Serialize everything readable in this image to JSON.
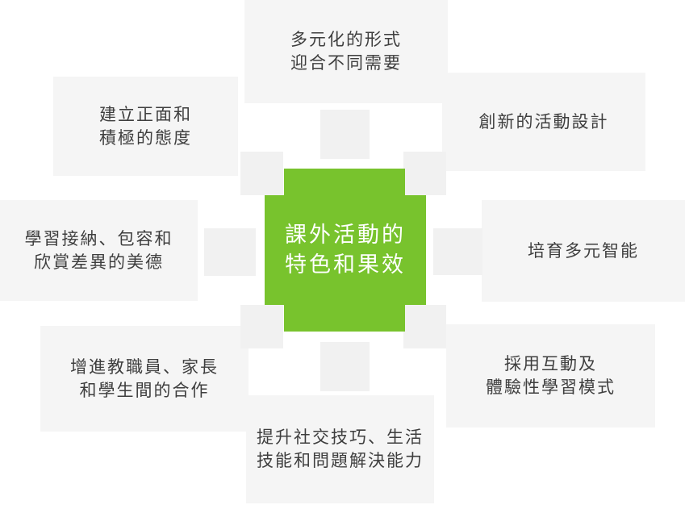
{
  "center": {
    "lines": [
      "課外活動的",
      "特色和果效"
    ]
  },
  "nodes": {
    "top": {
      "lines": [
        "多元化的形式",
        "迎合不同需要"
      ]
    },
    "upper_left": {
      "lines": [
        "建立正面和",
        "積極的態度"
      ]
    },
    "upper_right": {
      "lines": [
        "創新的活動設計"
      ]
    },
    "middle_left": {
      "lines": [
        "學習接納、包容和",
        "欣賞差異的美德"
      ]
    },
    "middle_right": {
      "lines": [
        "培育多元智能"
      ]
    },
    "lower_left": {
      "lines": [
        "增進教職員、家長",
        "和學生間的合作"
      ]
    },
    "lower_right": {
      "lines": [
        "採用互動及",
        "體驗性學習模式"
      ]
    },
    "bottom": {
      "lines": [
        "提升社交技巧、生活",
        "技能和問題解決能力"
      ]
    }
  },
  "colors": {
    "background": "#ffffff",
    "node_bg": "#f5f5f5",
    "connector_bg": "#f1f1f1",
    "accent_green": "#78c32d",
    "node_text": "#3e3e3e",
    "center_text": "#ffffff"
  }
}
